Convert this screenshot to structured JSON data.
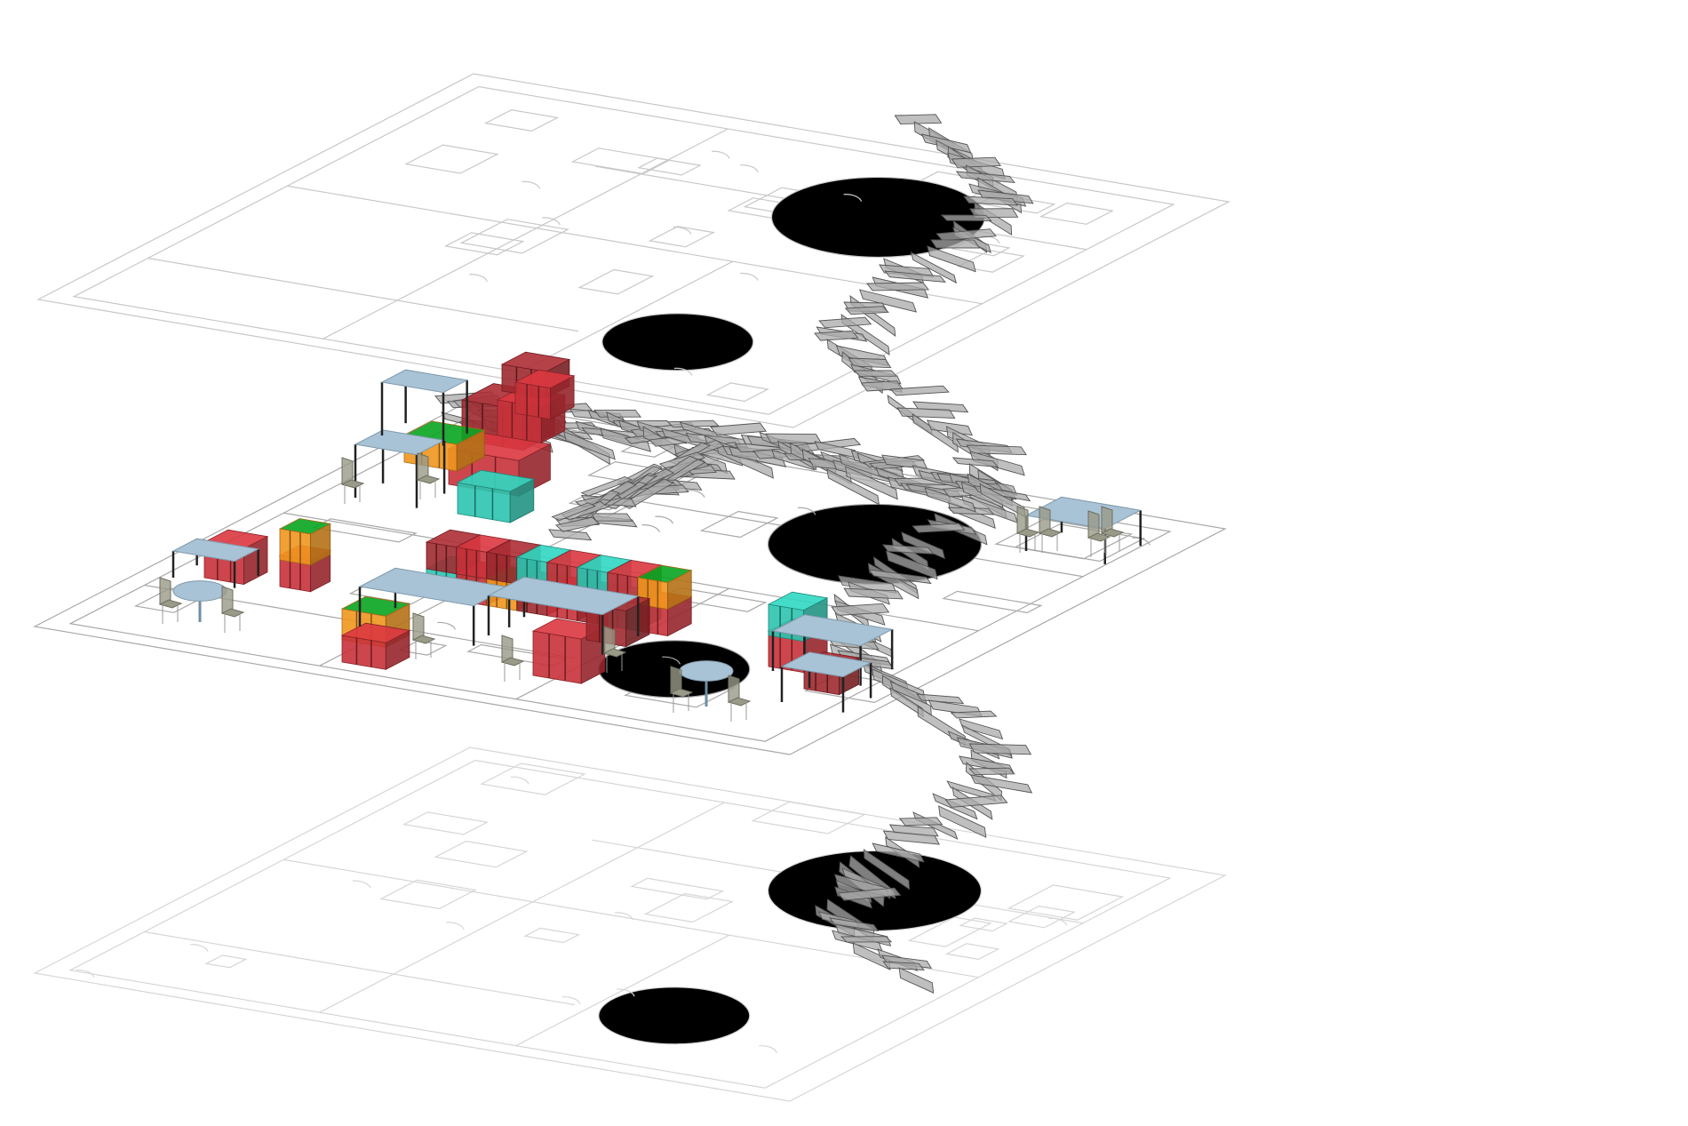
{
  "diagram": {
    "type": "exploded-axonometric-floor-plans",
    "layers": [
      "upper-floor",
      "middle-floor",
      "lower-floor"
    ],
    "colors": {
      "plan_line_upper": "#c8c8c8",
      "plan_line_middle": "#a8a8a8",
      "plan_line_lower": "#d6d6d6",
      "panel_fill": "#a9a9a9",
      "panel_stroke": "#555555",
      "block_red": "#c8323a",
      "block_dark_red": "#9e2a30",
      "block_teal": "#2cc4b0",
      "block_orange": "#f0961e",
      "table_top": "#a9c3d6",
      "table_leg": "#222222",
      "chair": "#9a9a88"
    }
  }
}
